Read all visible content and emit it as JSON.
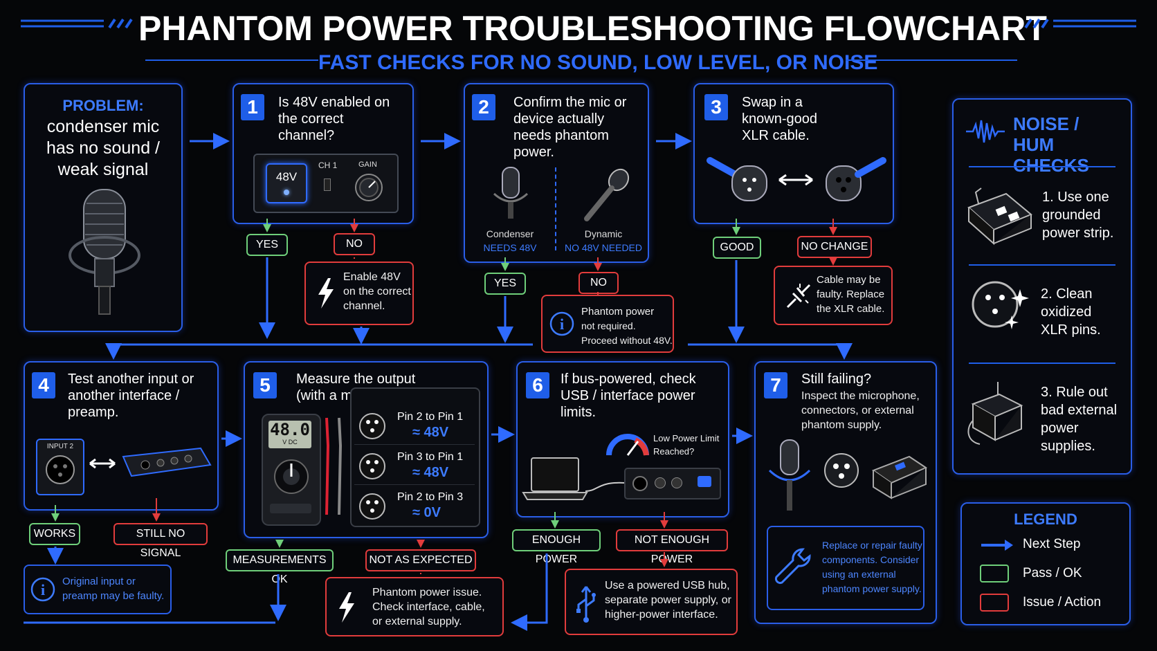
{
  "title": "PHANTOM POWER TROUBLESHOOTING FLOWCHART",
  "subtitle": "FAST CHECKS FOR NO SOUND, LOW LEVEL, OR NOISE",
  "problem": {
    "label": "PROBLEM:",
    "text": "condenser mic has no sound / weak signal"
  },
  "step1": {
    "num": "1",
    "text": "Is 48V enabled on the correct channel?",
    "btn": "48V",
    "ch": "CH 1",
    "gain": "GAIN",
    "yes": "YES",
    "no": "NO",
    "no_action": "Enable 48V on the correct channel."
  },
  "step2": {
    "num": "2",
    "text": "Confirm the mic or device actually needs phantom power.",
    "cond_label": "Condenser",
    "cond_sub": "NEEDS 48V",
    "dyn_label": "Dynamic",
    "dyn_sub": "NO 48V NEEDED",
    "yes": "YES",
    "no": "NO",
    "no_info_1": "Phantom power",
    "no_info_2": "not required.",
    "no_info_3": "Proceed without 48V."
  },
  "step3": {
    "num": "3",
    "text": "Swap in a known-good XLR cable.",
    "good": "GOOD",
    "nochange": "NO CHANGE",
    "nochange_action": "Cable may be faulty. Replace the XLR cable."
  },
  "step4": {
    "num": "4",
    "text": "Test another input or another interface / preamp.",
    "input_label": "INPUT 2",
    "works": "WORKS",
    "still": "STILL NO SIGNAL",
    "works_info": "Original input or preamp may be faulty."
  },
  "step5": {
    "num": "5",
    "text": "Measure the output (with a multimeter).",
    "display": "48.0",
    "display_unit": "V DC",
    "pins": [
      {
        "label": "Pin 2 to Pin 1",
        "value": "≈ 48V"
      },
      {
        "label": "Pin 3 to Pin 1",
        "value": "≈ 48V"
      },
      {
        "label": "Pin 2 to Pin 3",
        "value": "≈ 0V"
      }
    ],
    "ok": "MEASUREMENTS OK",
    "bad": "NOT AS EXPECTED",
    "bad_action": "Phantom power issue. Check interface, cable, or external supply."
  },
  "step6": {
    "num": "6",
    "text": "If bus-powered, check USB / interface power limits.",
    "gauge_text": "Low Power Limit Reached?",
    "ok": "ENOUGH POWER",
    "bad": "NOT ENOUGH POWER",
    "bad_action": "Use a powered USB hub, separate power supply, or higher-power interface."
  },
  "step7": {
    "num": "7",
    "title": "Still failing?",
    "text": "Inspect the microphone, connectors, or external phantom supply.",
    "info": "Replace or repair faulty components. Consider using an external phantom power supply."
  },
  "noise": {
    "title": "NOISE / HUM CHECKS",
    "items": [
      "1. Use one grounded power strip.",
      "2. Clean oxidized XLR pins.",
      "3. Rule out bad external power supplies."
    ]
  },
  "legend": {
    "title": "LEGEND",
    "next": "Next Step",
    "pass": "Pass / OK",
    "issue": "Issue / Action"
  },
  "colors": {
    "accent": "#1f5ee8",
    "ok": "#6fcf7a",
    "issue": "#e23c3c",
    "link": "#4d86ff"
  }
}
